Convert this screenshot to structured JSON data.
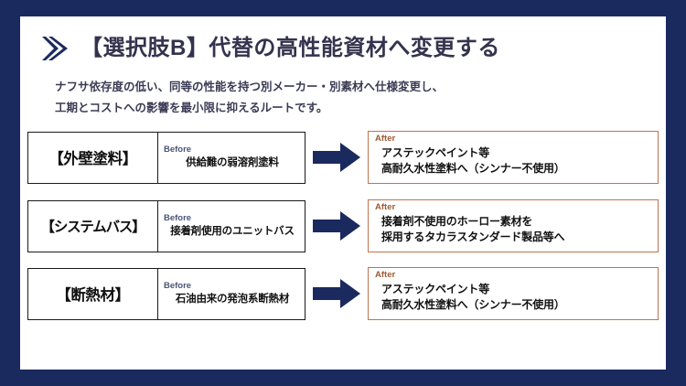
{
  "slide": {
    "frame_color": "#1b2a5e",
    "background_color": "#ffffff",
    "accent_navy": "#1b2a5e",
    "after_border_color": "#c0734f",
    "after_tag_color": "#9c5a33",
    "before_tag_color": "#4a5578",
    "title": "【選択肢B】代替の高性能資材へ変更する",
    "subtitle_line1": "ナフサ依存度の低い、同等の性能を持つ別メーカー・別素材へ仕様変更し、",
    "subtitle_line2": "工期とコストへの影響を最小限に抑えるルートです。",
    "chevron_icon": "double-chevron-right-icon",
    "arrow_icon": "block-arrow-right-icon"
  },
  "labels": {
    "before_tag": "Before",
    "after_tag": "After"
  },
  "rows": [
    {
      "item": "【外壁塗料】",
      "before_value": "供給難の弱溶剤塗料",
      "after_line1": "アステックペイント等",
      "after_line2": "高耐久水性塗料へ（シンナー不使用）"
    },
    {
      "item": "【システムバス】",
      "before_value": "接着剤使用のユニットバス",
      "after_line1": "接着剤不使用のホーロー素材を",
      "after_line2": "採用するタカラスタンダード製品等へ"
    },
    {
      "item": "【断熱材】",
      "before_value": "石油由来の発泡系断熱材",
      "after_line1": "アステックペイント等",
      "after_line2": "高耐久水性塗料へ（シンナー不使用）"
    }
  ]
}
